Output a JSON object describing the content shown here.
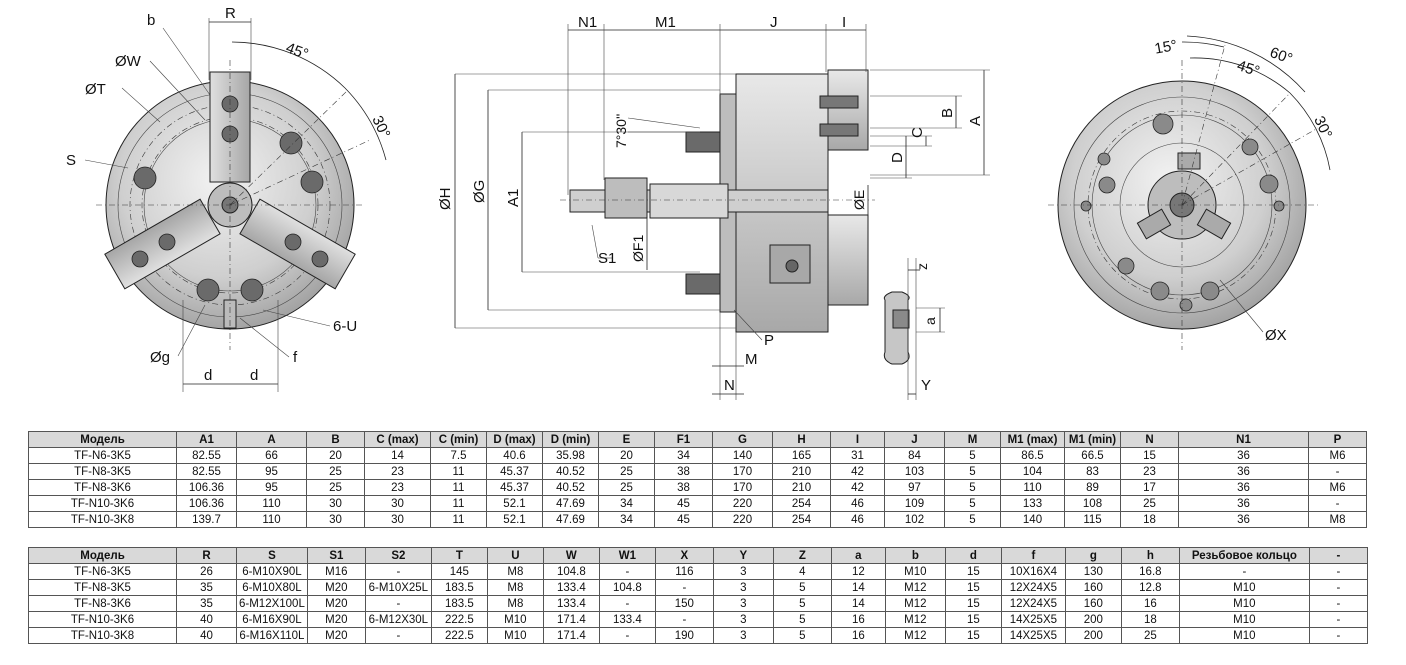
{
  "front_view": {
    "labels": [
      "b",
      "R",
      "ØW",
      "ØT",
      "S",
      "45°",
      "30°",
      "Øg",
      "d",
      "d",
      "f",
      "6-U"
    ]
  },
  "side_view": {
    "labels": [
      "N1",
      "M1",
      "J",
      "I",
      "ØH",
      "ØG",
      "A1",
      "7°30''",
      "B",
      "A",
      "C",
      "D",
      "ØE",
      "ØF1",
      "S1",
      "M",
      "N",
      "P",
      "z",
      "a",
      "Y"
    ]
  },
  "back_view": {
    "labels": [
      "15°",
      "60°",
      "45°",
      "30°",
      "ØX"
    ]
  },
  "table1": {
    "headers": [
      "Модель",
      "A1",
      "A",
      "B",
      "C (max)",
      "C (min)",
      "D (max)",
      "D (min)",
      "E",
      "F1",
      "G",
      "H",
      "I",
      "J",
      "M",
      "M1 (max)",
      "M1 (min)",
      "N",
      "N1",
      "P"
    ],
    "rows": [
      [
        "TF-N6-3K5",
        "82.55",
        "66",
        "20",
        "14",
        "7.5",
        "40.6",
        "35.98",
        "20",
        "34",
        "140",
        "165",
        "31",
        "84",
        "5",
        "86.5",
        "66.5",
        "15",
        "36",
        "M6"
      ],
      [
        "TF-N8-3K5",
        "82.55",
        "95",
        "25",
        "23",
        "11",
        "45.37",
        "40.52",
        "25",
        "38",
        "170",
        "210",
        "42",
        "103",
        "5",
        "104",
        "83",
        "23",
        "36",
        "-"
      ],
      [
        "TF-N8-3K6",
        "106.36",
        "95",
        "25",
        "23",
        "11",
        "45.37",
        "40.52",
        "25",
        "38",
        "170",
        "210",
        "42",
        "97",
        "5",
        "110",
        "89",
        "17",
        "36",
        "M6"
      ],
      [
        "TF-N10-3K6",
        "106.36",
        "110",
        "30",
        "30",
        "11",
        "52.1",
        "47.69",
        "34",
        "45",
        "220",
        "254",
        "46",
        "109",
        "5",
        "133",
        "108",
        "25",
        "36",
        "-"
      ],
      [
        "TF-N10-3K8",
        "139.7",
        "110",
        "30",
        "30",
        "11",
        "52.1",
        "47.69",
        "34",
        "45",
        "220",
        "254",
        "46",
        "102",
        "5",
        "140",
        "115",
        "18",
        "36",
        "M8"
      ]
    ]
  },
  "table2": {
    "headers": [
      "Модель",
      "R",
      "S",
      "S1",
      "S2",
      "T",
      "U",
      "W",
      "W1",
      "X",
      "Y",
      "Z",
      "a",
      "b",
      "d",
      "f",
      "g",
      "h",
      "Резьбовое кольцо",
      "-"
    ],
    "rows": [
      [
        "TF-N6-3K5",
        "26",
        "6-M10X90L",
        "M16",
        "-",
        "145",
        "M8",
        "104.8",
        "-",
        "116",
        "3",
        "4",
        "12",
        "M10",
        "15",
        "10X16X4",
        "130",
        "16.8",
        "-",
        "-"
      ],
      [
        "TF-N8-3K5",
        "35",
        "6-M10X80L",
        "M20",
        "6-M10X25L",
        "183.5",
        "M8",
        "133.4",
        "104.8",
        "-",
        "3",
        "5",
        "14",
        "M12",
        "15",
        "12X24X5",
        "160",
        "12.8",
        "M10",
        "-"
      ],
      [
        "TF-N8-3K6",
        "35",
        "6-M12X100L",
        "M20",
        "-",
        "183.5",
        "M8",
        "133.4",
        "-",
        "150",
        "3",
        "5",
        "14",
        "M12",
        "15",
        "12X24X5",
        "160",
        "16",
        "M10",
        "-"
      ],
      [
        "TF-N10-3K6",
        "40",
        "6-M16X90L",
        "M20",
        "6-M12X30L",
        "222.5",
        "M10",
        "171.4",
        "133.4",
        "-",
        "3",
        "5",
        "16",
        "M12",
        "15",
        "14X25X5",
        "200",
        "18",
        "M10",
        "-"
      ],
      [
        "TF-N10-3K8",
        "40",
        "6-M16X110L",
        "M20",
        "-",
        "222.5",
        "M10",
        "171.4",
        "-",
        "190",
        "3",
        "5",
        "16",
        "M12",
        "15",
        "14X25X5",
        "200",
        "25",
        "M10",
        "-"
      ]
    ]
  }
}
